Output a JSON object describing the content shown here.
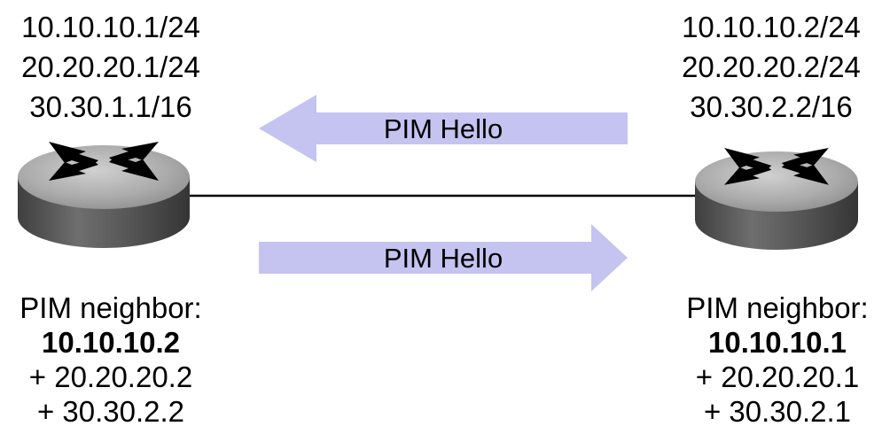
{
  "left_router": {
    "addresses": [
      "10.10.10.1/24",
      "20.20.20.1/24",
      "30.30.1.1/16"
    ],
    "neighbor_label": "PIM neighbor:",
    "neighbor_primary": "10.10.10.2",
    "neighbor_secondary": [
      "+ 20.20.20.2",
      "+ 30.30.2.2"
    ]
  },
  "right_router": {
    "addresses": [
      "10.10.10.2/24",
      "20.20.20.2/24",
      "30.30.2.2/16"
    ],
    "neighbor_label": "PIM neighbor:",
    "neighbor_primary": "10.10.10.1",
    "neighbor_secondary": [
      "+ 20.20.20.1",
      "+ 30.30.2.1"
    ]
  },
  "messages": {
    "to_left": "PIM Hello",
    "to_right": "PIM Hello"
  },
  "colors": {
    "arrow_fill": "#c5c3f0",
    "router_top": "#a9a9a9",
    "router_side": "#5f5f5f",
    "link": "#000000"
  }
}
